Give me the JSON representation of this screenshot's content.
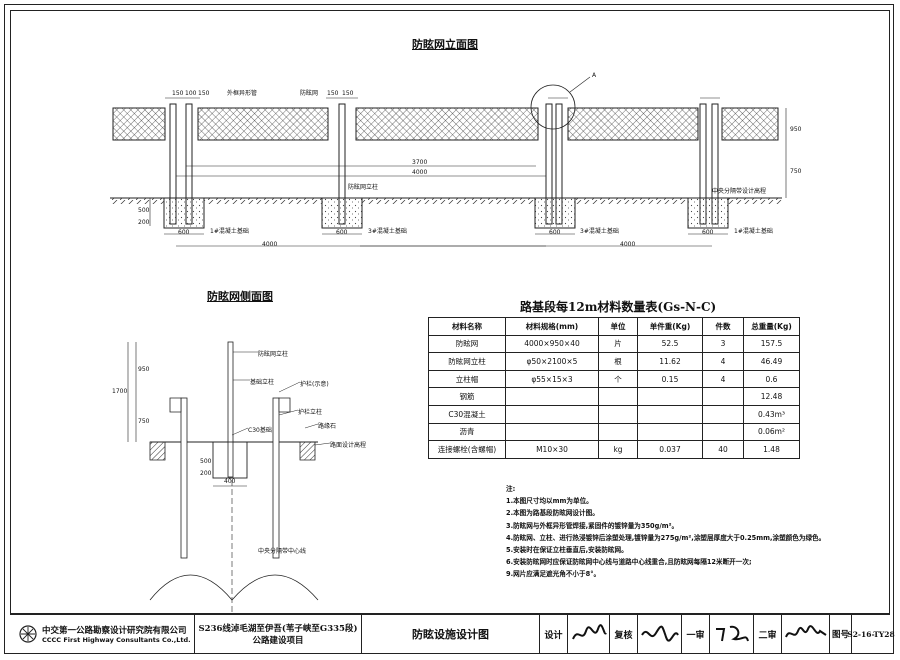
{
  "elevation": {
    "title": "防眩网立面图",
    "dims_top_left": [
      "150",
      "100",
      "150"
    ],
    "dims_top_mid": [
      "150",
      "150"
    ],
    "dim_3700": "3700",
    "dim_4000": "4000",
    "dim_600a": "600",
    "dim_600b": "600",
    "dim_600c": "600",
    "dim_600d": "600",
    "dim_4000_bottom_left": "4000",
    "dim_4000_bottom_right": "4000",
    "dim_950": "950",
    "dim_750": "750",
    "dim_500": "500",
    "dim_200": "200",
    "label_a": "A",
    "label_outer_tube": "外框异形管",
    "label_net": "防眩网",
    "label_post": "防眩网立柱",
    "label_found1a": "1#混凝土基础",
    "label_found1b": "1#混凝土基础",
    "label_found3a": "3#混凝土基础",
    "label_found3b": "3#混凝土基础",
    "label_median": "中央分隔带设计高程"
  },
  "side": {
    "title": "防眩网侧面图",
    "label_post": "防眩网立柱",
    "label_base_post": "基础立柱",
    "label_guard": "护栏(示意)",
    "label_guard_post": "护栏立柱",
    "label_c30": "C30基础",
    "label_curb": "路缘石",
    "label_road_elev": "路面设计高程",
    "label_centerline": "中央分隔带中心线",
    "dim_1700": "1700",
    "dim_950": "950",
    "dim_750": "750",
    "dim_400": "400",
    "dim_500": "500",
    "dim_200": "200"
  },
  "table": {
    "title": "路基段每12m材料数量表(Gs-N-C)",
    "headers": [
      "材料名称",
      "材料规格(mm)",
      "单位",
      "单件重(Kg)",
      "件数",
      "总重量(Kg)"
    ],
    "rows": [
      [
        "防眩网",
        "4000×950×40",
        "片",
        "52.5",
        "3",
        "157.5"
      ],
      [
        "防眩网立柱",
        "φ50×2100×5",
        "根",
        "11.62",
        "4",
        "46.49"
      ],
      [
        "立柱帽",
        "φ55×15×3",
        "个",
        "0.15",
        "4",
        "0.6"
      ],
      [
        "钢筋",
        "",
        "",
        "",
        "",
        "12.48"
      ],
      [
        "C30混凝土",
        "",
        "",
        "",
        "",
        "0.43m³"
      ],
      [
        "沥青",
        "",
        "",
        "",
        "",
        "0.06m²"
      ],
      [
        "连接螺栓(含螺帽)",
        "M10×30",
        "kg",
        "0.037",
        "40",
        "1.48"
      ]
    ]
  },
  "notes": {
    "heading": "注:",
    "items": [
      "1.本图尺寸均以mm为单位。",
      "2.本图为路基段防眩网设计图。",
      "3.防眩网与外框异形管焊接,紧固件的镀锌量为350g/m²。",
      "4.防眩网、立柱、进行热浸镀锌后涂塑处理,镀锌量为275g/m²,涂塑层厚度大于0.25mm,涂塑颜色为绿色。",
      "5.安装时在保证立柱垂直后,安装防眩网。",
      "6.安装防眩网时应保证防眩网中心线与道路中心线重合,且防眩网每隔12米断开一次;",
      "9.网片应满足遮光角不小于8°。"
    ]
  },
  "title_block": {
    "org_cn": "中交第一公路勘察设计研究院有限公司",
    "org_en": "CCCC First Highway Consultants Co.,Ltd.",
    "project_line1": "S236线淖毛湖至伊吾(苇子峡至G335段)",
    "project_line2": "公路建设项目",
    "drawing_name": "防眩设施设计图",
    "design_label": "设计",
    "review_label": "复核",
    "check1_label": "一审",
    "check2_label": "二审",
    "drawing_no_label": "图号",
    "drawing_no": "S2-16-TY28"
  }
}
